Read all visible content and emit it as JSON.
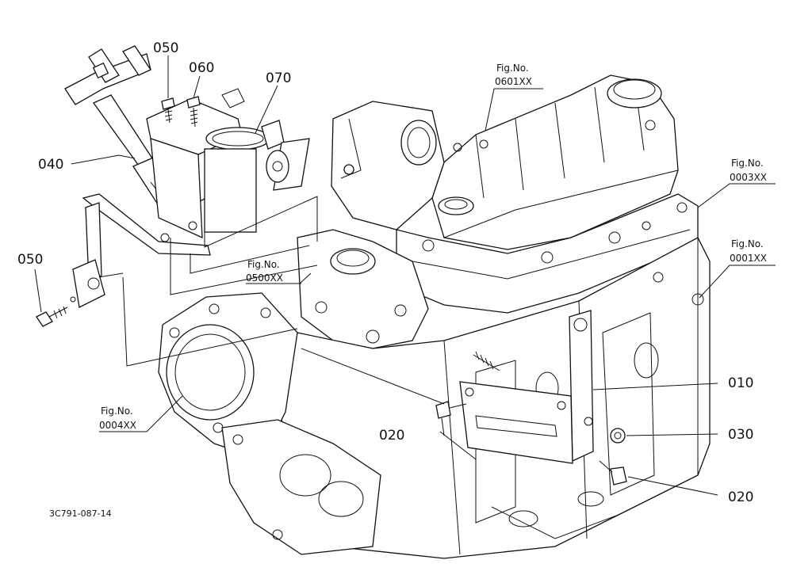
{
  "callouts": {
    "p050_top": "050",
    "p060": "060",
    "p070": "070",
    "p040": "040",
    "p050_left": "050",
    "p010": "010",
    "p030": "030",
    "p020_right": "020",
    "p020_mid": "020"
  },
  "figrefs": {
    "fig0601": {
      "line1": "Fig.No.",
      "line2": "0601XX"
    },
    "fig0003": {
      "line1": "Fig.No.",
      "line2": "0003XX"
    },
    "fig0001": {
      "line1": "Fig.No.",
      "line2": "0001XX"
    },
    "fig0500": {
      "line1": "Fig.No.",
      "line2": "0500XX"
    },
    "fig0004": {
      "line1": "Fig.No.",
      "line2": "0004XX"
    }
  },
  "drawing_code": "3C791-087-14"
}
